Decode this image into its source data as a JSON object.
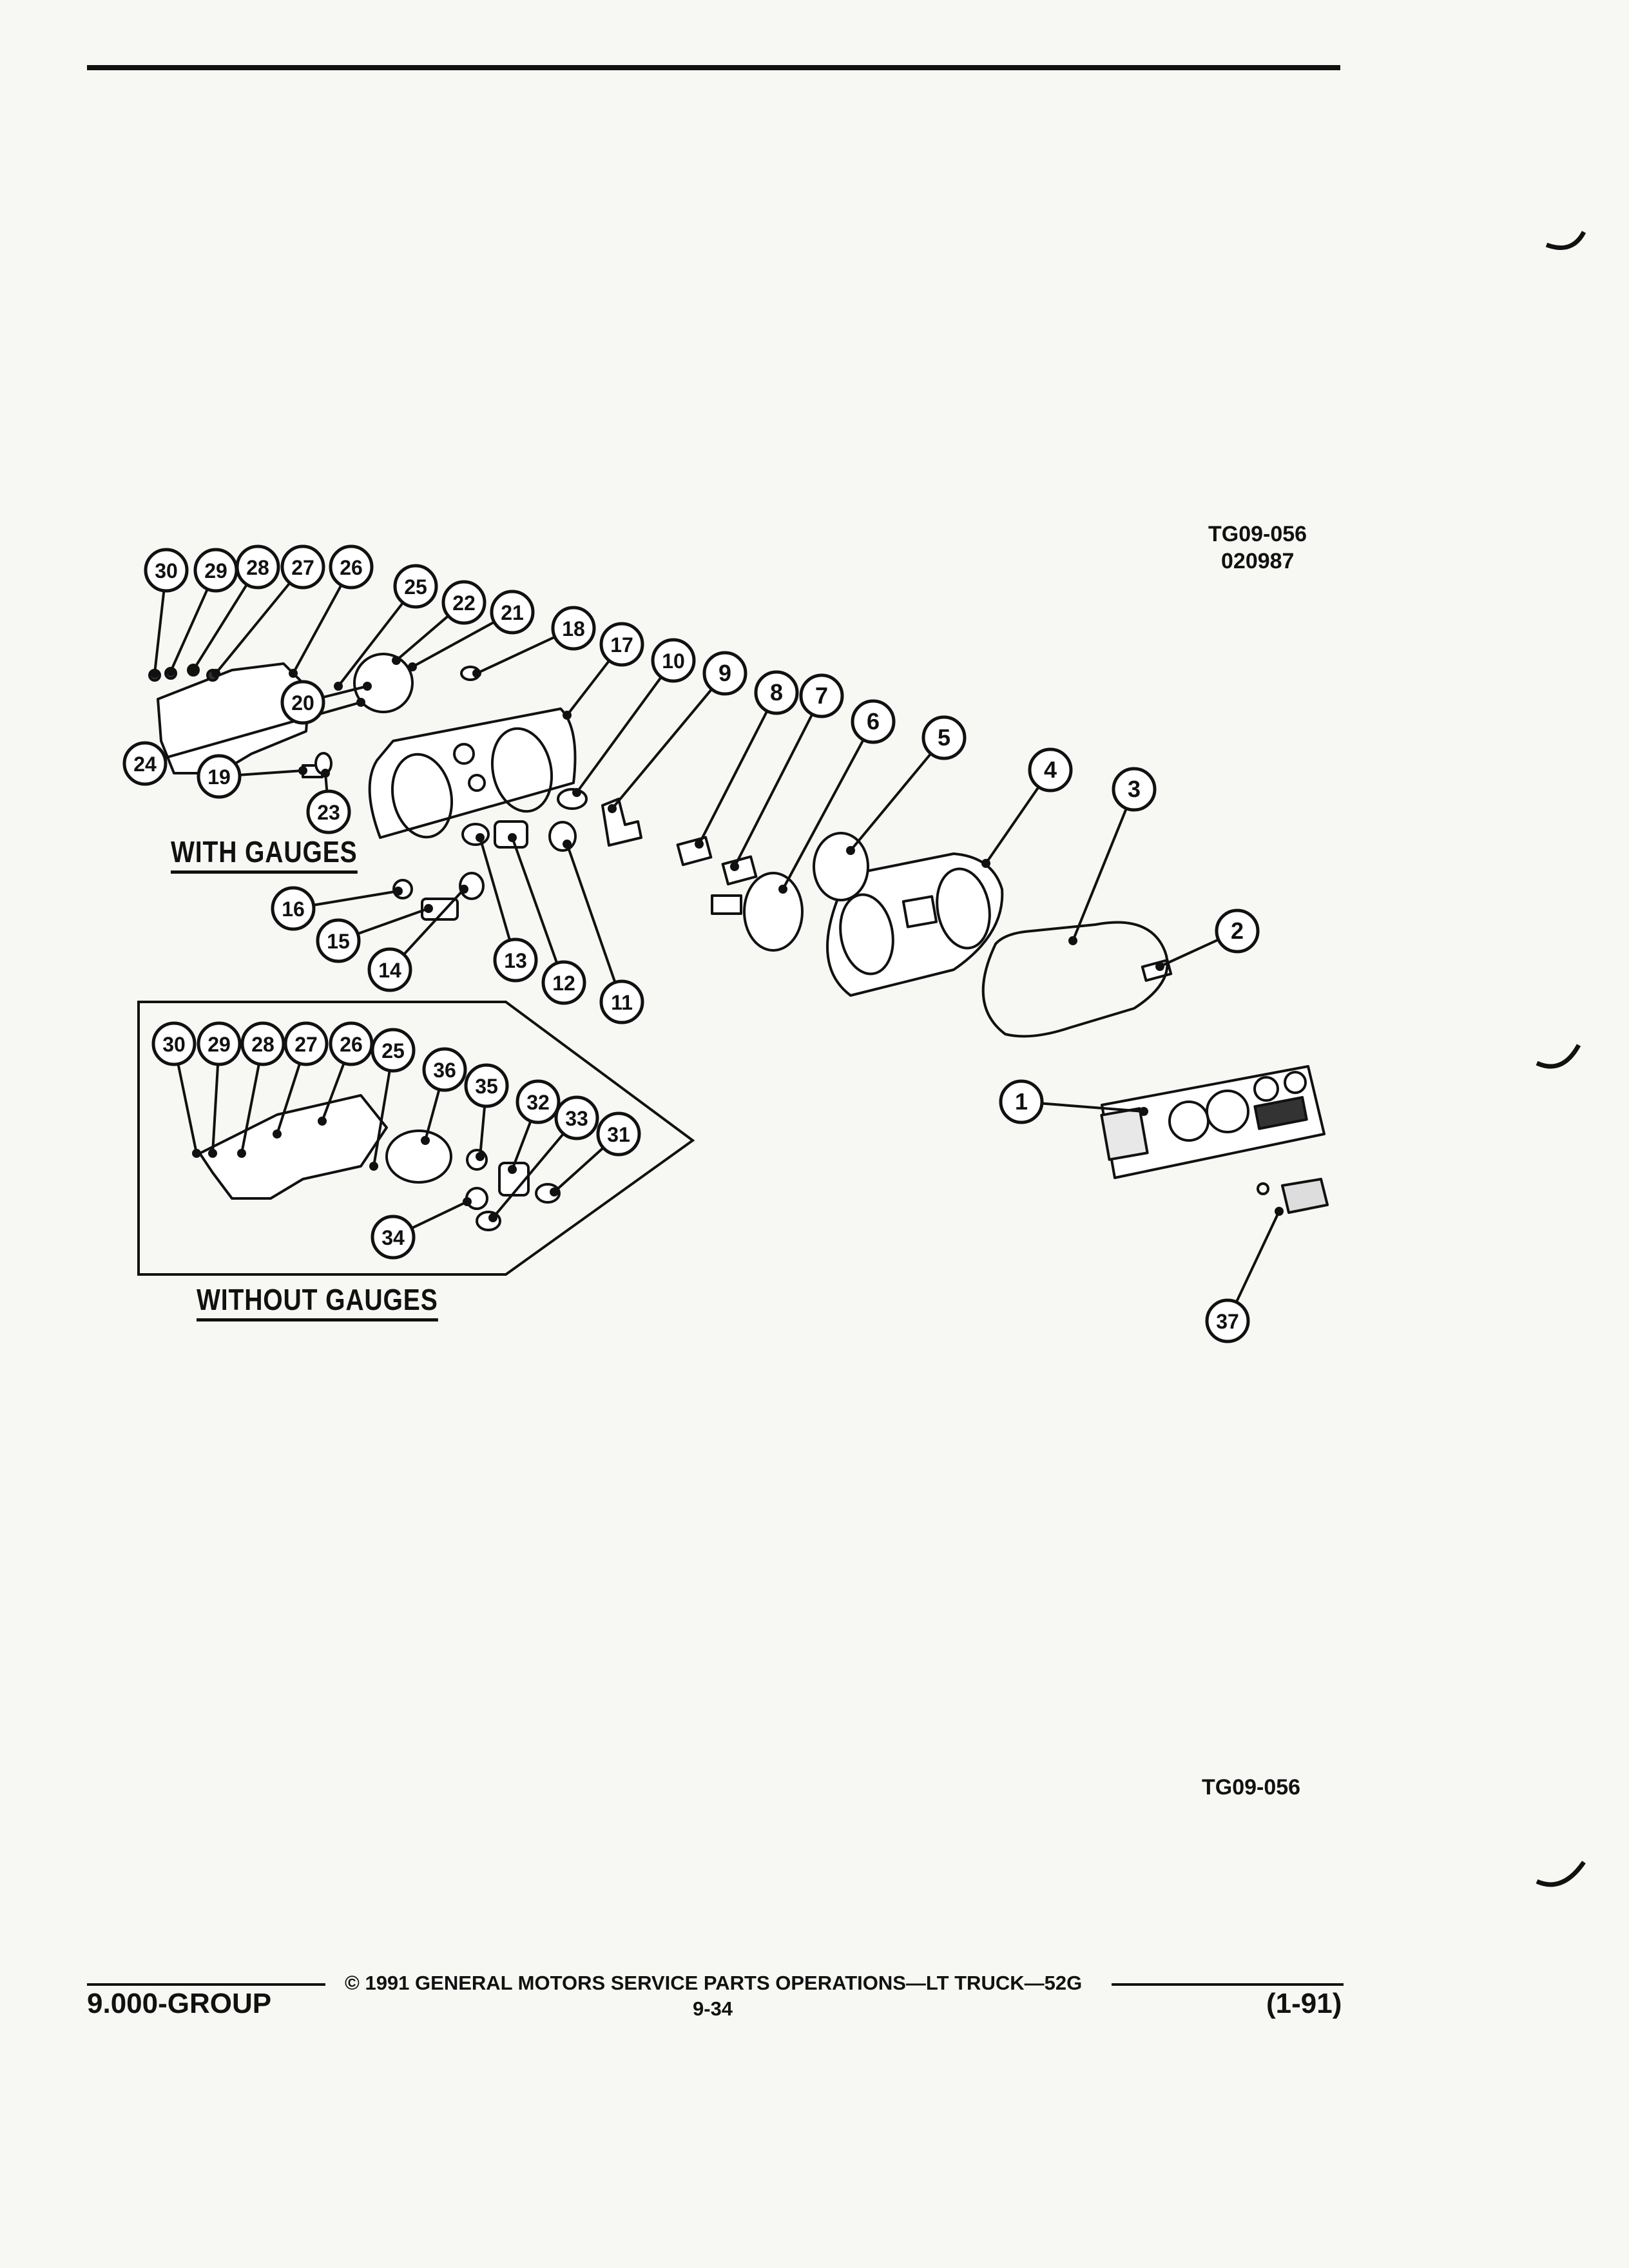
{
  "header": {
    "drawing_code": "TG09-056",
    "drawing_date": "020987"
  },
  "sections": {
    "with_gauges": "WITH GAUGES",
    "without_gauges": "WITHOUT GAUGES"
  },
  "figure_code": "TG09-056",
  "footer": {
    "group": "9.000-GROUP",
    "copyright": "© 1991 GENERAL MOTORS SERVICE PARTS OPERATIONS—LT TRUCK—52G",
    "page": "9-34",
    "date": "(1-91)"
  },
  "callouts": [
    "1",
    "2",
    "3",
    "4",
    "5",
    "6",
    "7",
    "8",
    "9",
    "10",
    "11",
    "12",
    "13",
    "14",
    "15",
    "16",
    "17",
    "18",
    "19",
    "20",
    "21",
    "22",
    "23",
    "24",
    "25",
    "26",
    "27",
    "28",
    "29",
    "30",
    "25",
    "26",
    "27",
    "28",
    "29",
    "30",
    "31",
    "32",
    "33",
    "34",
    "35",
    "36",
    "37"
  ]
}
